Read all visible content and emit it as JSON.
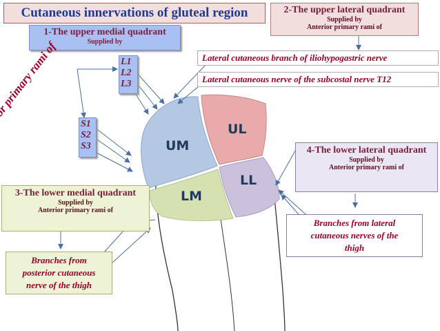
{
  "title": "Cutaneous innervations of gluteal region",
  "upper_medial": {
    "heading": "1-The upper medial quadrant",
    "supplied": "Supplied by"
  },
  "posterior_rami": "Posterior primary rami of",
  "lumbar_segments": [
    "L1",
    "L2",
    "L3"
  ],
  "sacral_segments": [
    "S1",
    "S2",
    "S3"
  ],
  "upper_lateral": {
    "heading": "2-The upper lateral quadrant",
    "supplied": "Supplied by",
    "source": "Anterior primary rami of"
  },
  "lateral_nerves": [
    "Lateral cutaneous branch of iliohypogastric nerve",
    "Lateral cutaneous nerve of the subcostal nerve T12"
  ],
  "lower_lateral": {
    "heading": "4-The lower lateral quadrant",
    "supplied": "Supplied by",
    "source": "Anterior primary rami of"
  },
  "lower_medial": {
    "heading": "3-The lower medial quadrant",
    "supplied": "Supplied by",
    "source": "Anterior primary rami of"
  },
  "branches_posterior": [
    "Branches from",
    "posterior cutaneous",
    "nerve of the thigh"
  ],
  "branches_lateral": [
    "Branches from lateral",
    "cutaneous nerves of the",
    "thigh"
  ],
  "quadrants": {
    "um": "UM",
    "ul": "UL",
    "ll": "LL",
    "lm": "LM"
  },
  "colors": {
    "um": "#b4c7e3",
    "ul": "#e8aaaa",
    "ll": "#cbc1dc",
    "lm": "#d5e1b1",
    "arrow": "#4a6fa5",
    "accent": "#a0002a"
  }
}
